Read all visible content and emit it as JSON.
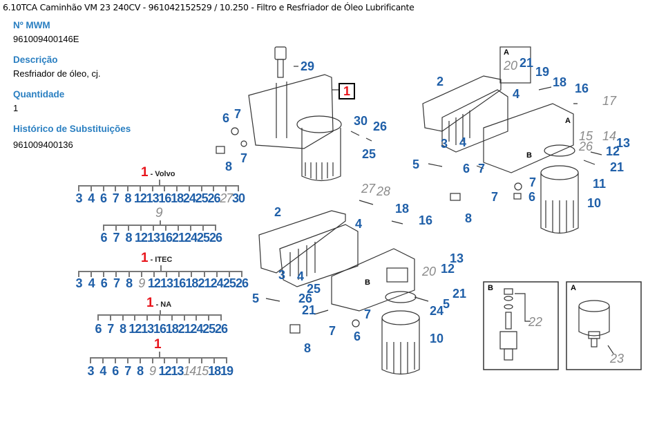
{
  "header": {
    "title": "6.10TCA Caminhão VM 23 240CV - 961042152529  /  10.250 - Filtro e Resfriador de Óleo Lubrificante"
  },
  "details": {
    "mwm_label": "Nº MWM",
    "mwm_value": "961009400146E",
    "desc_label": "Descrição",
    "desc_value": "Resfriador de óleo, cj.",
    "qty_label": "Quantidade",
    "qty_value": "1",
    "history_label": "Histórico de Substituições",
    "history_value": "961009400136"
  },
  "trees": [
    {
      "head": "1",
      "suffix": "- Volvo",
      "items": [
        {
          "n": "3"
        },
        {
          "n": "4"
        },
        {
          "n": "6"
        },
        {
          "n": "7"
        },
        {
          "n": "8"
        },
        {
          "n": "12"
        },
        {
          "n": "13"
        },
        {
          "n": "16"
        },
        {
          "n": "18"
        },
        {
          "n": "24"
        },
        {
          "n": "25"
        },
        {
          "n": "26"
        },
        {
          "n": "27",
          "ghost": true
        },
        {
          "n": "30"
        }
      ]
    },
    {
      "head": "9",
      "suffix": "",
      "ghost": true,
      "items": [
        {
          "n": "6"
        },
        {
          "n": "7"
        },
        {
          "n": "8"
        },
        {
          "n": "12"
        },
        {
          "n": "13"
        },
        {
          "n": "16"
        },
        {
          "n": "21"
        },
        {
          "n": "24"
        },
        {
          "n": "25"
        },
        {
          "n": "26"
        }
      ]
    },
    {
      "head": "1",
      "suffix": "- ITEC",
      "items": [
        {
          "n": "3"
        },
        {
          "n": "4"
        },
        {
          "n": "6"
        },
        {
          "n": "7"
        },
        {
          "n": "8"
        },
        {
          "n": "9",
          "ghost": true
        },
        {
          "n": "12"
        },
        {
          "n": "13"
        },
        {
          "n": "16"
        },
        {
          "n": "18"
        },
        {
          "n": "21"
        },
        {
          "n": "24"
        },
        {
          "n": "25"
        },
        {
          "n": "26"
        }
      ]
    },
    {
      "head": "1",
      "suffix": "- NA",
      "items": [
        {
          "n": "6"
        },
        {
          "n": "7"
        },
        {
          "n": "8"
        },
        {
          "n": "12"
        },
        {
          "n": "13"
        },
        {
          "n": "16"
        },
        {
          "n": "18"
        },
        {
          "n": "21"
        },
        {
          "n": "24"
        },
        {
          "n": "25"
        },
        {
          "n": "26"
        }
      ]
    },
    {
      "head": "1",
      "suffix": "",
      "items": [
        {
          "n": "3"
        },
        {
          "n": "4"
        },
        {
          "n": "6"
        },
        {
          "n": "7"
        },
        {
          "n": "8"
        },
        {
          "n": "9",
          "ghost": true
        },
        {
          "n": "12"
        },
        {
          "n": "13"
        },
        {
          "n": "14",
          "ghost": true
        },
        {
          "n": "15",
          "ghost": true
        },
        {
          "n": "18"
        },
        {
          "n": "19"
        }
      ]
    }
  ],
  "callouts": [
    {
      "t": "29"
    },
    {
      "t": "1",
      "style": "selected"
    },
    {
      "t": "6"
    },
    {
      "t": "7"
    },
    {
      "t": "30"
    },
    {
      "t": "26"
    },
    {
      "t": "8"
    },
    {
      "t": "7"
    },
    {
      "t": "25"
    },
    {
      "t": "A",
      "style": "letter"
    },
    {
      "t": "20",
      "style": "ghost"
    },
    {
      "t": "21"
    },
    {
      "t": "19"
    },
    {
      "t": "18"
    },
    {
      "t": "2"
    },
    {
      "t": "4"
    },
    {
      "t": "16"
    },
    {
      "t": "17",
      "style": "ghost"
    },
    {
      "t": "A",
      "style": "letter"
    },
    {
      "t": "15",
      "style": "ghost"
    },
    {
      "t": "14",
      "style": "ghost"
    },
    {
      "t": "26",
      "style": "ghost"
    },
    {
      "t": "12"
    },
    {
      "t": "13"
    },
    {
      "t": "3"
    },
    {
      "t": "4"
    },
    {
      "t": "B",
      "style": "letter"
    },
    {
      "t": "5"
    },
    {
      "t": "6"
    },
    {
      "t": "7"
    },
    {
      "t": "21"
    },
    {
      "t": "7"
    },
    {
      "t": "6"
    },
    {
      "t": "11"
    },
    {
      "t": "7"
    },
    {
      "t": "8"
    },
    {
      "t": "10"
    },
    {
      "t": "27",
      "style": "ghost"
    },
    {
      "t": "28",
      "style": "ghost"
    },
    {
      "t": "18"
    },
    {
      "t": "2"
    },
    {
      "t": "4"
    },
    {
      "t": "16"
    },
    {
      "t": "13"
    },
    {
      "t": "20",
      "style": "ghost"
    },
    {
      "t": "12"
    },
    {
      "t": "3"
    },
    {
      "t": "4"
    },
    {
      "t": "B",
      "style": "letter"
    },
    {
      "t": "25"
    },
    {
      "t": "26"
    },
    {
      "t": "21"
    },
    {
      "t": "5"
    },
    {
      "t": "5"
    },
    {
      "t": "21"
    },
    {
      "t": "24"
    },
    {
      "t": "7"
    },
    {
      "t": "7"
    },
    {
      "t": "6"
    },
    {
      "t": "8"
    },
    {
      "t": "10"
    },
    {
      "t": "B",
      "style": "letter"
    },
    {
      "t": "22",
      "style": "ghost"
    },
    {
      "t": "A",
      "style": "letter"
    },
    {
      "t": "23",
      "style": "ghost"
    }
  ]
}
